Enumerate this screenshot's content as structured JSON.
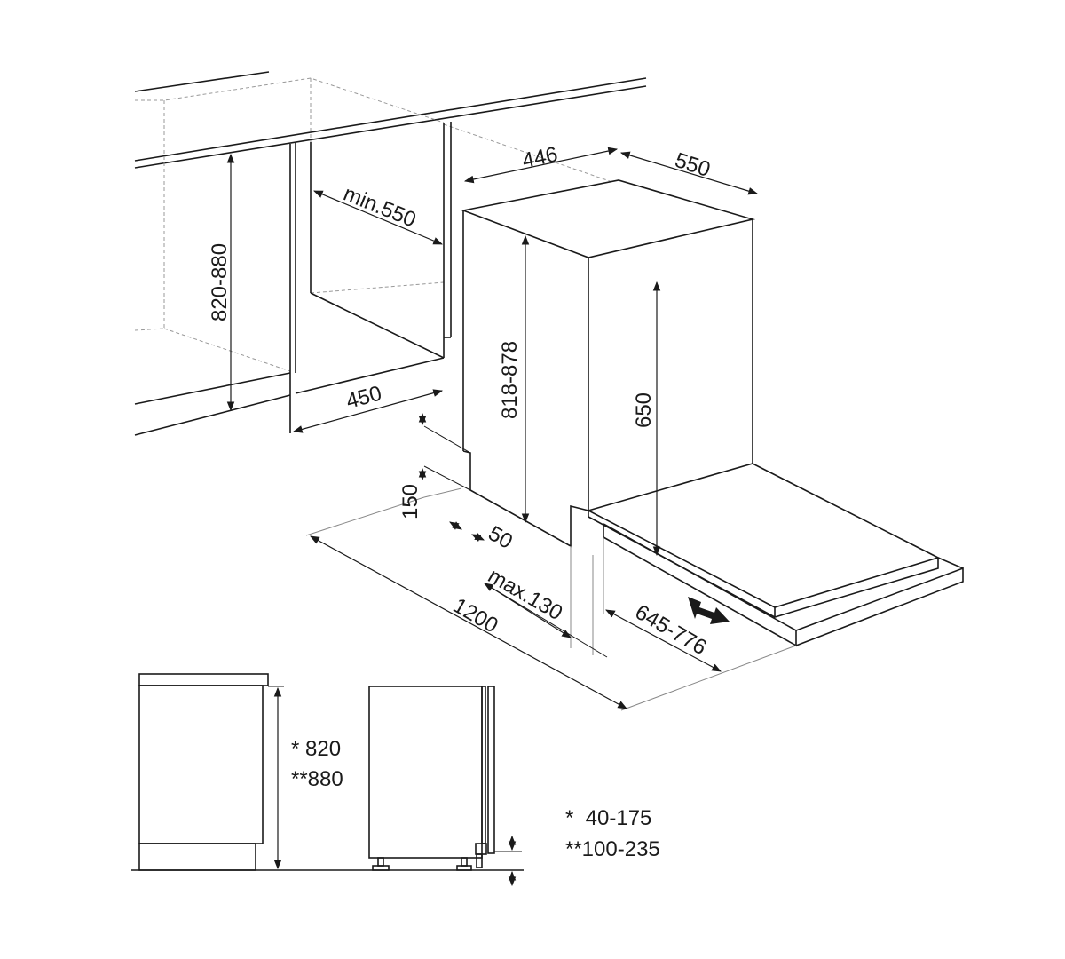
{
  "dimensions": {
    "niche_height": "820-880",
    "niche_depth": "min.550",
    "niche_width": "450",
    "appliance_width": "446",
    "appliance_depth": "550",
    "appliance_height": "818-878",
    "door_height": "650",
    "plinth_height": "150",
    "plinth_depth": "50",
    "door_gap": "max.130",
    "total_open_depth": "1200",
    "door_travel": "645-776"
  },
  "side_view": {
    "height_1": "* 820",
    "height_2": "**880"
  },
  "footnotes": {
    "note_1": "*  40-175",
    "note_2": "**100-235"
  }
}
